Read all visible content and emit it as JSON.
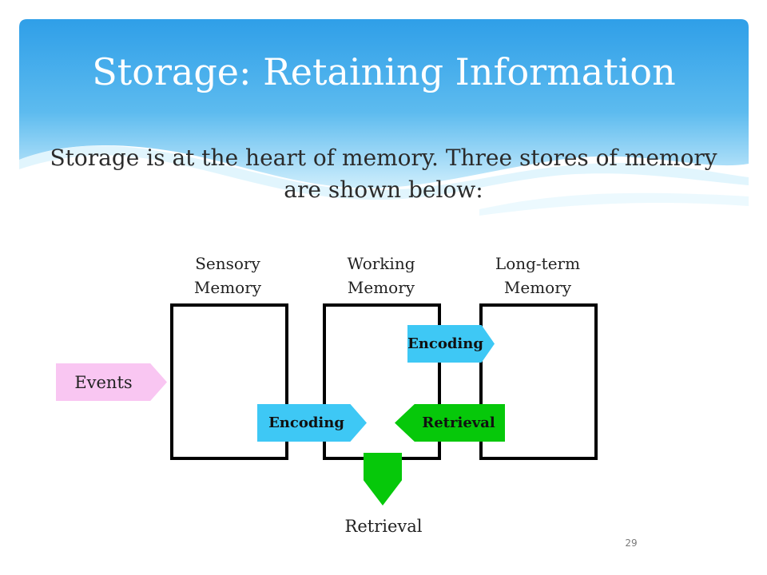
{
  "slide": {
    "title": "Storage: Retaining Information",
    "subtitle": "Storage is at the heart of memory. Three stores of memory are shown below:",
    "page_number": "29"
  },
  "diagram": {
    "stores": [
      {
        "label": "Sensory Memory"
      },
      {
        "label": "Working Memory"
      },
      {
        "label": "Long-term Memory"
      }
    ],
    "events_label": "Events",
    "encoding_upper_label": "Encoding",
    "encoding_lower_label": "Encoding",
    "retrieval_arrow_label": "Retrieval",
    "retrieval_output_label": "Retrieval"
  },
  "colors": {
    "header_blue": "#3fa9ec",
    "events_pink": "#f9c6f2",
    "encoding_blue": "#3ec8f5",
    "retrieval_green": "#06c80a"
  }
}
